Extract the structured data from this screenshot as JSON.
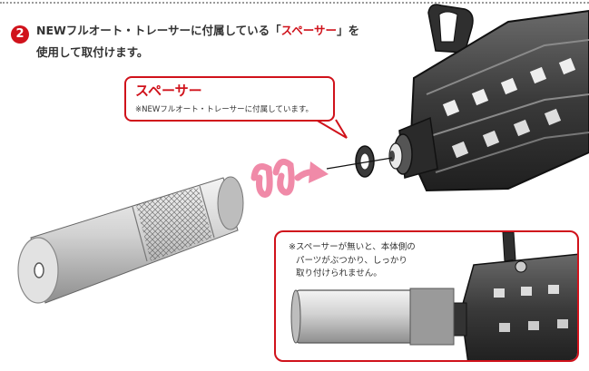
{
  "step": {
    "number": "2"
  },
  "instruction": {
    "line1_before": "NEWフルオート・トレーサーに付属している「",
    "highlight": "スペーサー",
    "line1_after": "」を",
    "line2": "使用して取付けます。"
  },
  "callout": {
    "title": "スペーサー",
    "note": "※NEWフルオート・トレーサーに付属しています。"
  },
  "warning": {
    "line1": "※スペーサーが無いと、本体側の",
    "line2": "パーツがぶつかり、しっかり",
    "line3": "取り付けられません。"
  },
  "colors": {
    "accent_red": "#d0121b",
    "arrow_pink": "#f08aa8",
    "spark_orange": "#f39a1e"
  }
}
